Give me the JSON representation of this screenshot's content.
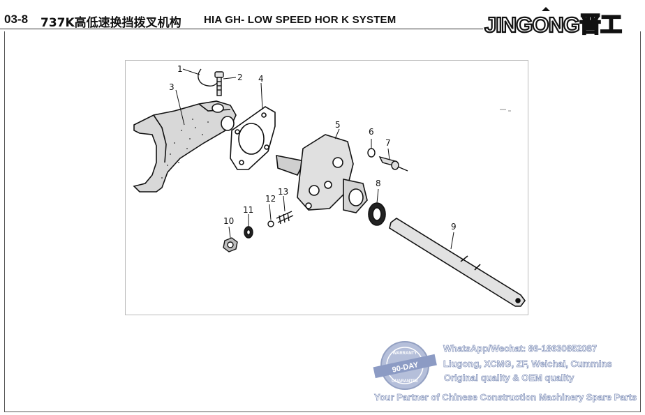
{
  "header": {
    "section_code": "03-8",
    "title_cn": "737K高低速换挡拨叉机构",
    "title_en": "HIA GH- LOW SPEED HOR K SYSTEM"
  },
  "logo": {
    "text": "JINGONG晋工"
  },
  "diagram": {
    "part_labels": [
      "1",
      "2",
      "3",
      "4",
      "5",
      "6",
      "7",
      "8",
      "9",
      "10",
      "11",
      "12",
      "13"
    ]
  },
  "watermark": {
    "badge_top": "WARRANTY",
    "badge_center": "90-DAY",
    "badge_bottom": "GUARANTEE",
    "contact": "WhatsApp/Wechat: 86-18630852087",
    "brands": "Liugong, XCMG, ZF, Weichai, Cummins",
    "quality": "Original quality & OEM quality",
    "slogan": "Your Partner of Chinese Construction Machinery Spare Parts"
  }
}
